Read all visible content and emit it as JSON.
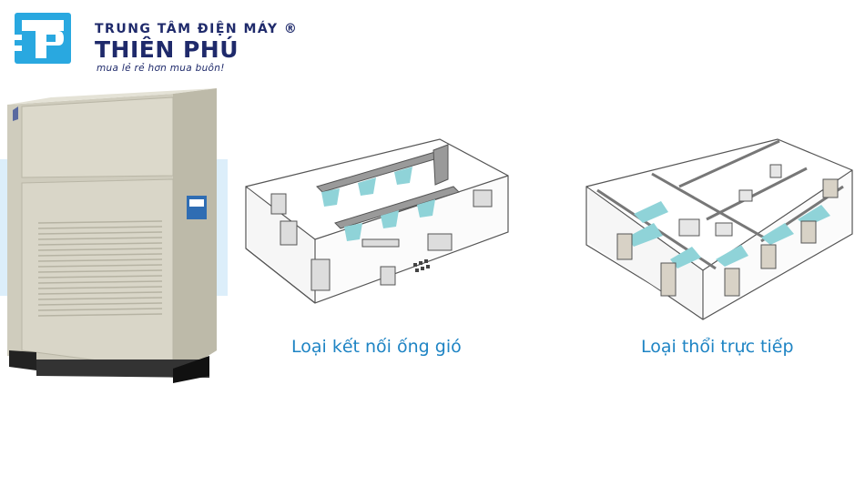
{
  "brand": {
    "top_line": "TRUNG TÂM ĐIỆN MÁY ®",
    "name": "THIÊN PHÚ",
    "slogan": "mua lẻ rẻ hơn mua buôn!",
    "logo_icon": "tp-logo-icon",
    "colors": {
      "navy": "#1f2a6b",
      "cyan": "#29a8e0"
    }
  },
  "captions": {
    "ducted": "Loại kết nối ống gió",
    "direct": "Loại thổi trực tiếp"
  },
  "colors": {
    "caption": "#1e84c4",
    "unit_body": "#d9d6c8",
    "airflow": "#8fd3d8"
  }
}
